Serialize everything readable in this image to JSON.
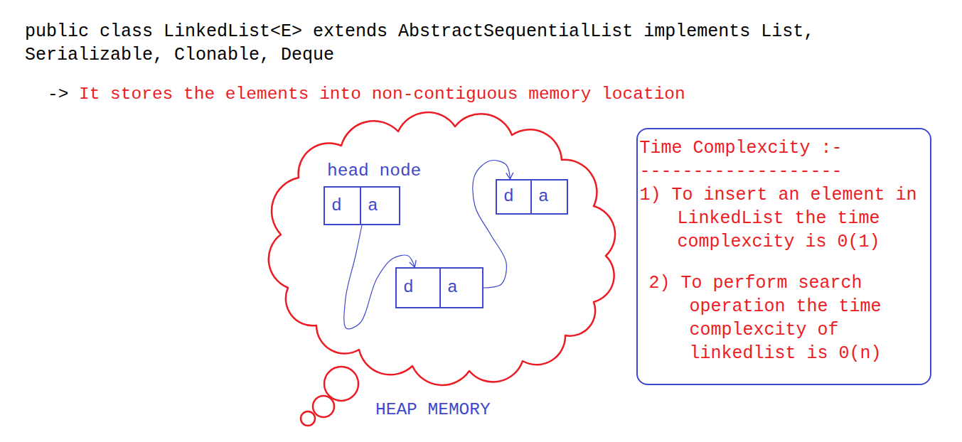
{
  "diagram": {
    "nodes": [
      {
        "text": [
          "HEAP MEMORY"
        ]
      },
      {
        "text": [
          "head node",
          "d",
          "a"
        ],
        "in": 0
      },
      {
        "text": [
          "d",
          "a"
        ],
        "in": 0
      },
      {
        "text": [
          "d",
          "a"
        ],
        "in": 0
      },
      {
        "text": [
          "Time Complexcity :-",
          "-------------------",
          "1) To insert an element in LinkedList the time complexcity is 0(1)",
          "2) To perform search operation the time complexcity of linkedlist is 0(n)"
        ]
      }
    ],
    "edges": [
      {
        "from": 1,
        "to": 2,
        "arrow": "to"
      },
      {
        "from": 2,
        "to": 3,
        "arrow": "to"
      }
    ],
    "labels": [
      "public class LinkedList<E> extends AbstractSequentialList implements List, Serializable, Clonable, Deque",
      "->",
      "It stores the elements into non-contiguous memory location"
    ]
  }
}
